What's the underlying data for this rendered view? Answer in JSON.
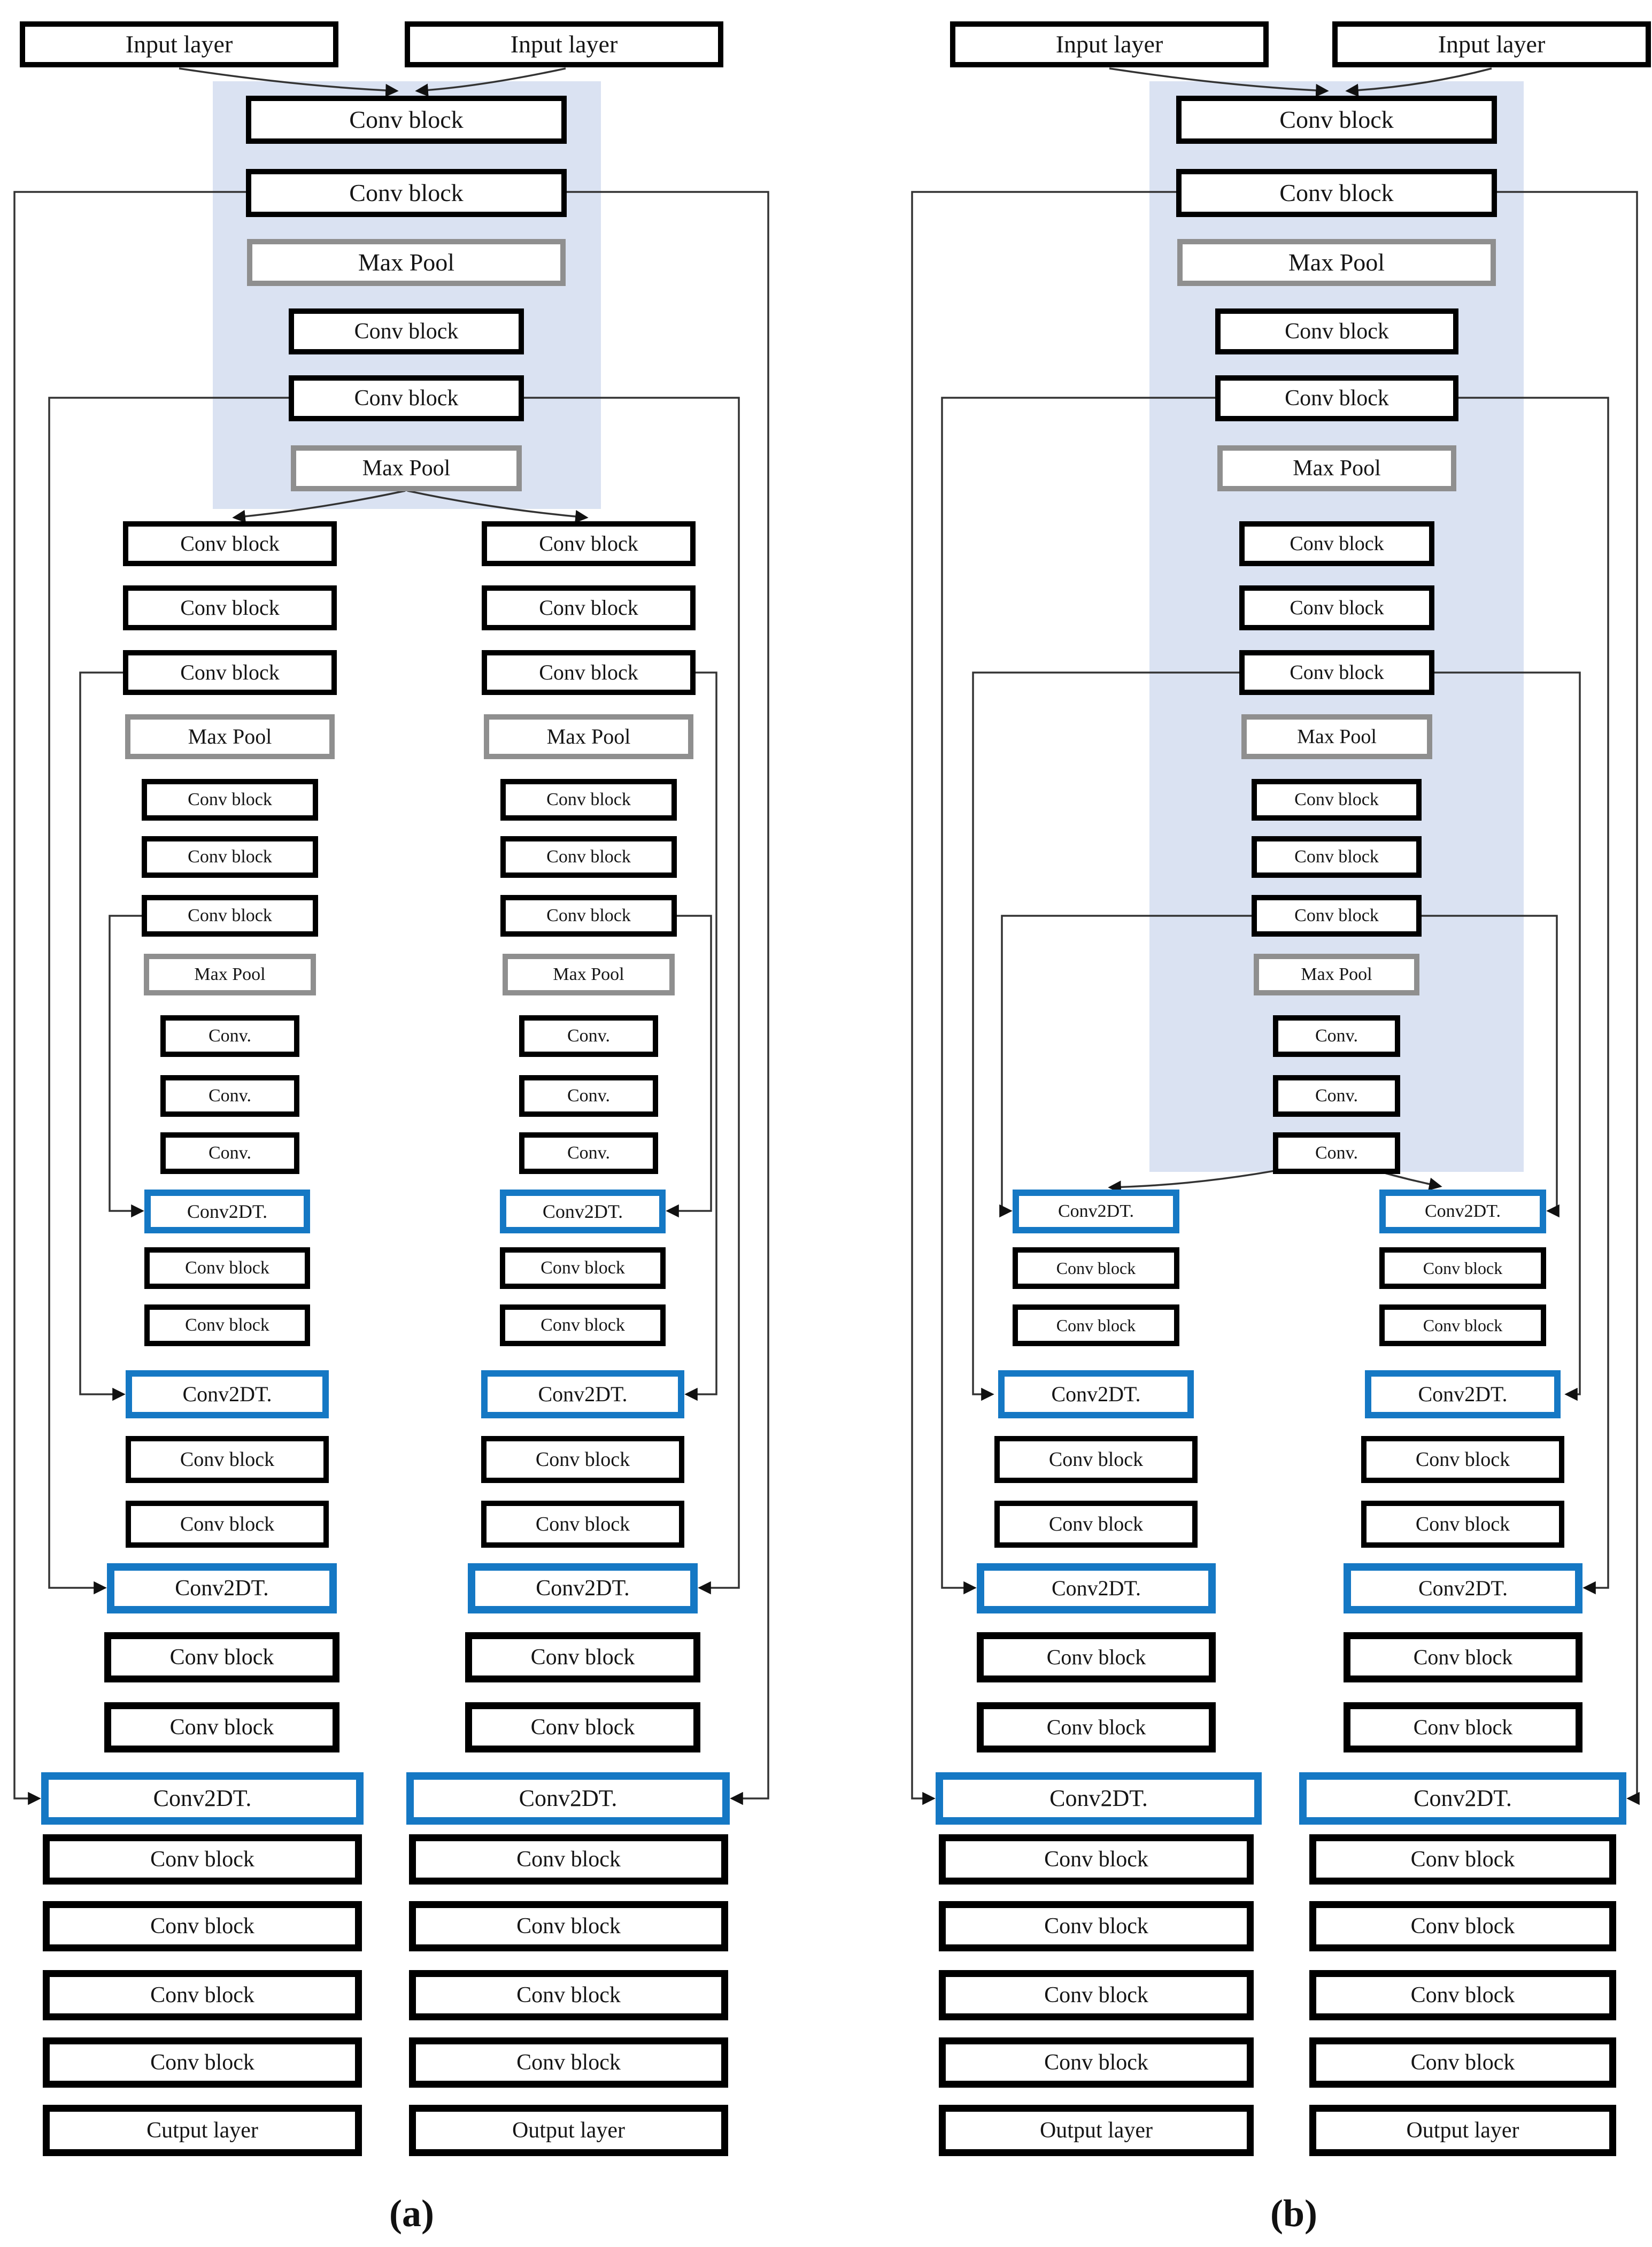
{
  "labels": {
    "input_layer": "Input layer",
    "conv_block": "Conv block",
    "max_pool": "Max Pool",
    "conv": "Conv.",
    "conv2dt": "Conv2DT.",
    "output_layer": "Output layer",
    "output_layer_typo": "Cutput layer"
  },
  "panels": [
    {
      "caption": "(a)",
      "inputs": [
        "Input layer",
        "Input layer"
      ],
      "shared_encoder": [
        "Conv block",
        "Conv block",
        "Max Pool",
        "Conv block",
        "Conv block",
        "Max Pool"
      ],
      "branches": {
        "count": 2,
        "encoder_per_branch": [
          "Conv block",
          "Conv block",
          "Conv block",
          "Max Pool",
          "Conv block",
          "Conv block",
          "Conv block",
          "Max Pool",
          "Conv.",
          "Conv.",
          "Conv."
        ],
        "decoder_per_branch": [
          "Conv2DT.",
          "Conv block",
          "Conv block",
          "Conv2DT.",
          "Conv block",
          "Conv block",
          "Conv2DT.",
          "Conv block",
          "Conv block",
          "Conv2DT.",
          "Conv block",
          "Conv block",
          "Conv block",
          "Conv block"
        ],
        "outputs": [
          "Cutput layer",
          "Output layer"
        ]
      },
      "skip_connections_per_branch": 4
    },
    {
      "caption": "(b)",
      "inputs": [
        "Input layer",
        "Input layer"
      ],
      "shared_encoder": [
        "Conv block",
        "Conv block",
        "Max Pool",
        "Conv block",
        "Conv block",
        "Max Pool",
        "Conv block",
        "Conv block",
        "Conv block",
        "Max Pool",
        "Conv block",
        "Conv block",
        "Conv block",
        "Max Pool",
        "Conv.",
        "Conv.",
        "Conv."
      ],
      "branches": {
        "count": 2,
        "decoder_per_branch": [
          "Conv2DT.",
          "Conv block",
          "Conv block",
          "Conv2DT.",
          "Conv block",
          "Conv block",
          "Conv2DT.",
          "Conv block",
          "Conv block",
          "Conv2DT.",
          "Conv block",
          "Conv block",
          "Conv block",
          "Conv block"
        ],
        "outputs": [
          "Output layer",
          "Output layer"
        ]
      },
      "skip_connections_per_branch": 4
    }
  ],
  "colors": {
    "highlight_background": "#dae2f2",
    "block_border": "#000000",
    "max_pool_border": "#8f8f8f",
    "transposed_conv_border": "#1578c4",
    "connector": "#333333",
    "page_background": "#ffffff"
  }
}
